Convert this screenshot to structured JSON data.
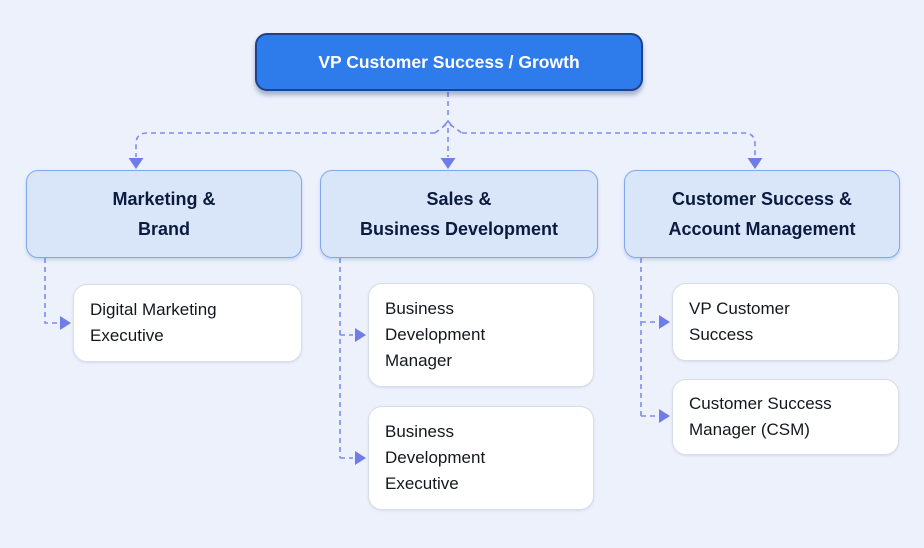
{
  "org_chart": {
    "root": {
      "label": "VP Customer Success / Growth"
    },
    "departments": [
      {
        "label": "Marketing &\nBrand",
        "roles": [
          {
            "label": "Digital Marketing\nExecutive"
          }
        ]
      },
      {
        "label": "Sales &\nBusiness Development",
        "roles": [
          {
            "label": "Business\nDevelopment\nManager"
          },
          {
            "label": "Business\nDevelopment\nExecutive"
          }
        ]
      },
      {
        "label": "Customer Success &\nAccount Management",
        "roles": [
          {
            "label": "VP Customer\nSuccess"
          },
          {
            "label": "Customer Success\nManager (CSM)"
          }
        ]
      }
    ],
    "colors": {
      "background": "#edf1fc",
      "root_fill": "#2e7cec",
      "root_border": "#21418c",
      "root_text": "#ffffff",
      "department_fill": "#d9e6fa",
      "department_border": "#7fa8ef",
      "department_text": "#0c1a3f",
      "role_fill": "#ffffff",
      "role_border": "#d9dde6",
      "role_text": "#14171e",
      "connector": "#7e8cef",
      "arrow": "#6f7ce9"
    }
  }
}
